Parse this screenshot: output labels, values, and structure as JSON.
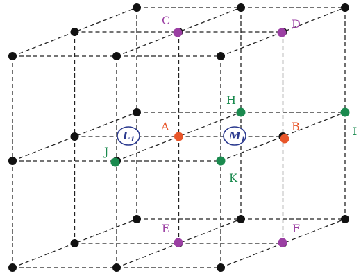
{
  "colors": {
    "black": "#111111",
    "red": "#e8562a",
    "green": "#1a8a4e",
    "purple": "#9b3fa3",
    "blue": "#2b3a8f",
    "line": "#222222"
  },
  "point_labels": {
    "A": "A",
    "B": "B",
    "C": "C",
    "D": "D",
    "E": "E",
    "F": "F",
    "H": "H",
    "I": "I",
    "J": "J",
    "K": "K"
  },
  "site_labels": {
    "L": {
      "main": "L",
      "sub": "1"
    },
    "M": {
      "main": "M",
      "sub": "1"
    }
  }
}
